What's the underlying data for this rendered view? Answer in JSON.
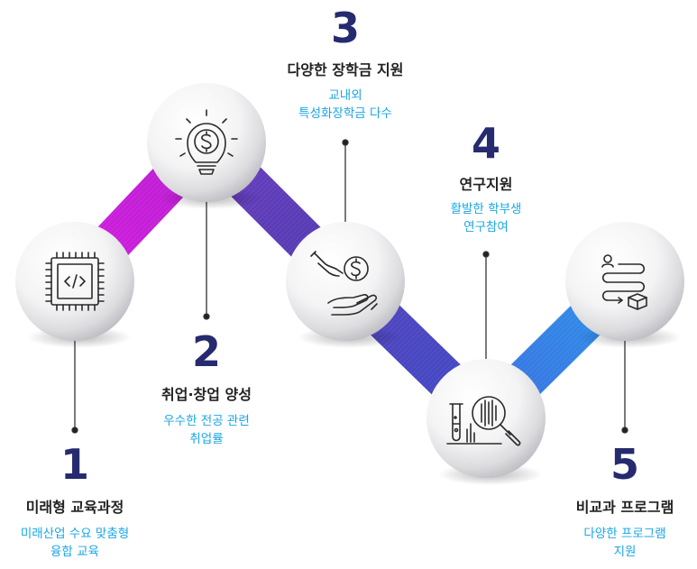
{
  "items": [
    {
      "number": "1",
      "title": "미래형 교육과정",
      "desc": [
        "미래산업 수요 맞춤형",
        "융합 교육"
      ],
      "icon": "chip-code-icon"
    },
    {
      "number": "2",
      "title": "취업·창업 양성",
      "desc": [
        "우수한 전공 관련",
        "취업률"
      ],
      "icon": "lightbulb-dollar-icon"
    },
    {
      "number": "3",
      "title": "다양한 장학금 지원",
      "desc": [
        "교내외",
        "특성화장학금 다수"
      ],
      "icon": "hand-coin-icon"
    },
    {
      "number": "4",
      "title": "연구지원",
      "desc": [
        "활발한 학부생",
        "연구참여"
      ],
      "icon": "lab-research-icon"
    },
    {
      "number": "5",
      "title": "비교과 프로그램",
      "desc": [
        "다양한 프로그램",
        "지원"
      ],
      "icon": "path-program-icon"
    }
  ],
  "colors": {
    "number": "#262a6e",
    "title": "#222222",
    "desc": "#1aa6e6",
    "connector_1": "#c81fd6",
    "connector_2": "#5b3fb3",
    "connector_3": "#4d4ac0",
    "connector_4": "#2f7fe8"
  }
}
